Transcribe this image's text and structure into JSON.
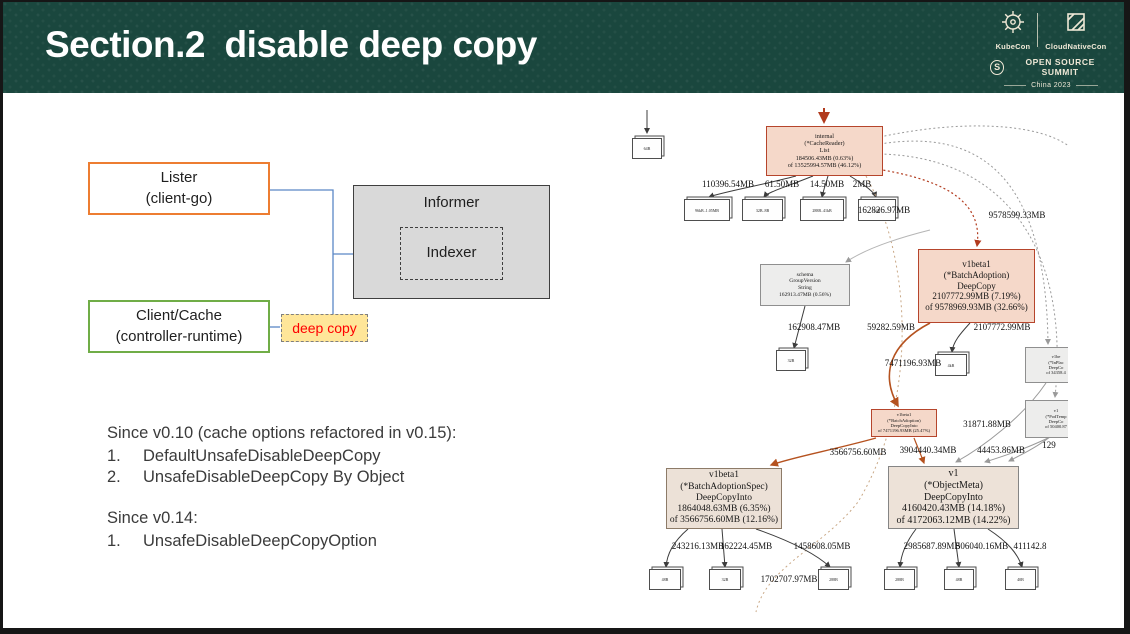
{
  "header": {
    "title": "Section.2  disable deep copy",
    "kubecon_label": "KubeCon",
    "cloudnativecon_label": "CloudNativeCon",
    "summit_mark": "S",
    "summit_label": "OPEN SOURCE SUMMIT",
    "event_label": "China 2023"
  },
  "diagram": {
    "lister_line1": "Lister",
    "lister_line2": "(client-go)",
    "informer_label": "Informer",
    "indexer_label": "Indexer",
    "client_line1": "Client/Cache",
    "client_line2": "(controller-runtime)",
    "deep_copy_label": "deep copy"
  },
  "notes": {
    "section1_heading": "Since v0.10 (cache options refactored in v0.15):",
    "section1_items": [
      {
        "num": "1.",
        "text": "DefaultUnsafeDisableDeepCopy"
      },
      {
        "num": "2.",
        "text": "UnsafeDisableDeepCopy By Object"
      }
    ],
    "section2_heading": "Since v0.14:",
    "section2_items": [
      {
        "num": "1.",
        "text": "UnsafeDisableDeepCopyOption"
      }
    ]
  },
  "graph": {
    "nodes": {
      "internal": {
        "lines": [
          "internal",
          "(*CacheReader)",
          "List",
          "184506.43MB (0.63%)",
          "of 13525994.57MB (46.12%)"
        ]
      },
      "schema": {
        "lines": [
          "schema",
          "GroupVersion",
          "String",
          "162913.47MB (0.56%)"
        ]
      },
      "batch_deepcopy": {
        "lines": [
          "v1beta1",
          "(*BatchAdoption)",
          "DeepCopy",
          "2107772.99MB (7.19%)",
          "of 9578969.93MB (32.66%)"
        ]
      },
      "batch_deepcopyinto": {
        "lines": [
          "v1beta1",
          "(*BatchAdoption)",
          "DeepCopyInto",
          "of 7471196.93MB (25.47%)"
        ]
      },
      "spec_deepcopyinto": {
        "lines": [
          "v1beta1",
          "(*BatchAdoptionSpec)",
          "DeepCopyInto",
          "1864048.63MB (6.35%)",
          "of 3566756.60MB (12.16%)"
        ]
      },
      "objectmeta_deepcopyinto": {
        "lines": [
          "v1",
          "(*ObjectMeta)",
          "DeepCopyInto",
          "4160420.43MB (14.18%)",
          "of 4172063.12MB (14.22%)"
        ]
      },
      "right_clipped_1": {
        "lines": [
          "v1be",
          "(*InPlac",
          "DeepCo",
          "of 34358.4"
        ]
      },
      "right_clipped_2": {
        "lines": [
          "v1",
          "(*PodTemp",
          "DeepCo",
          "of 50400.87"
        ]
      }
    },
    "leaves": [
      "64B",
      "96kB..1.05MB",
      "32B..8B",
      "288B..41kB",
      "64B",
      "32B",
      "4kB",
      "48B",
      "32B",
      "288B",
      "288B",
      "48B",
      "40B"
    ],
    "edge_labels": [
      "110396.54MB",
      "61.50MB",
      "14.50MB",
      "2MB",
      "162826.97MB",
      "9578599.33MB",
      "162908.47MB",
      "59282.59MB",
      "2107772.99MB",
      "7471196.93MB",
      "31871.88MB",
      "3566756.60MB",
      "3904440.34MB",
      "44453.86MB",
      "129",
      "243216.13MB",
      "162224.45MB",
      "1458608.05MB",
      "1702707.97MB",
      "2985687.89MB",
      "506040.16MB",
      "411142.8"
    ]
  },
  "colors": {
    "header_teal": "#1a473e",
    "accent_orange": "#ed7d31",
    "accent_green": "#70ad47",
    "connector_blue": "#5b87c5",
    "deep_copy_bg": "#ffe699",
    "deep_copy_text": "#ff0000",
    "pprof_hot": "#b6452c"
  }
}
